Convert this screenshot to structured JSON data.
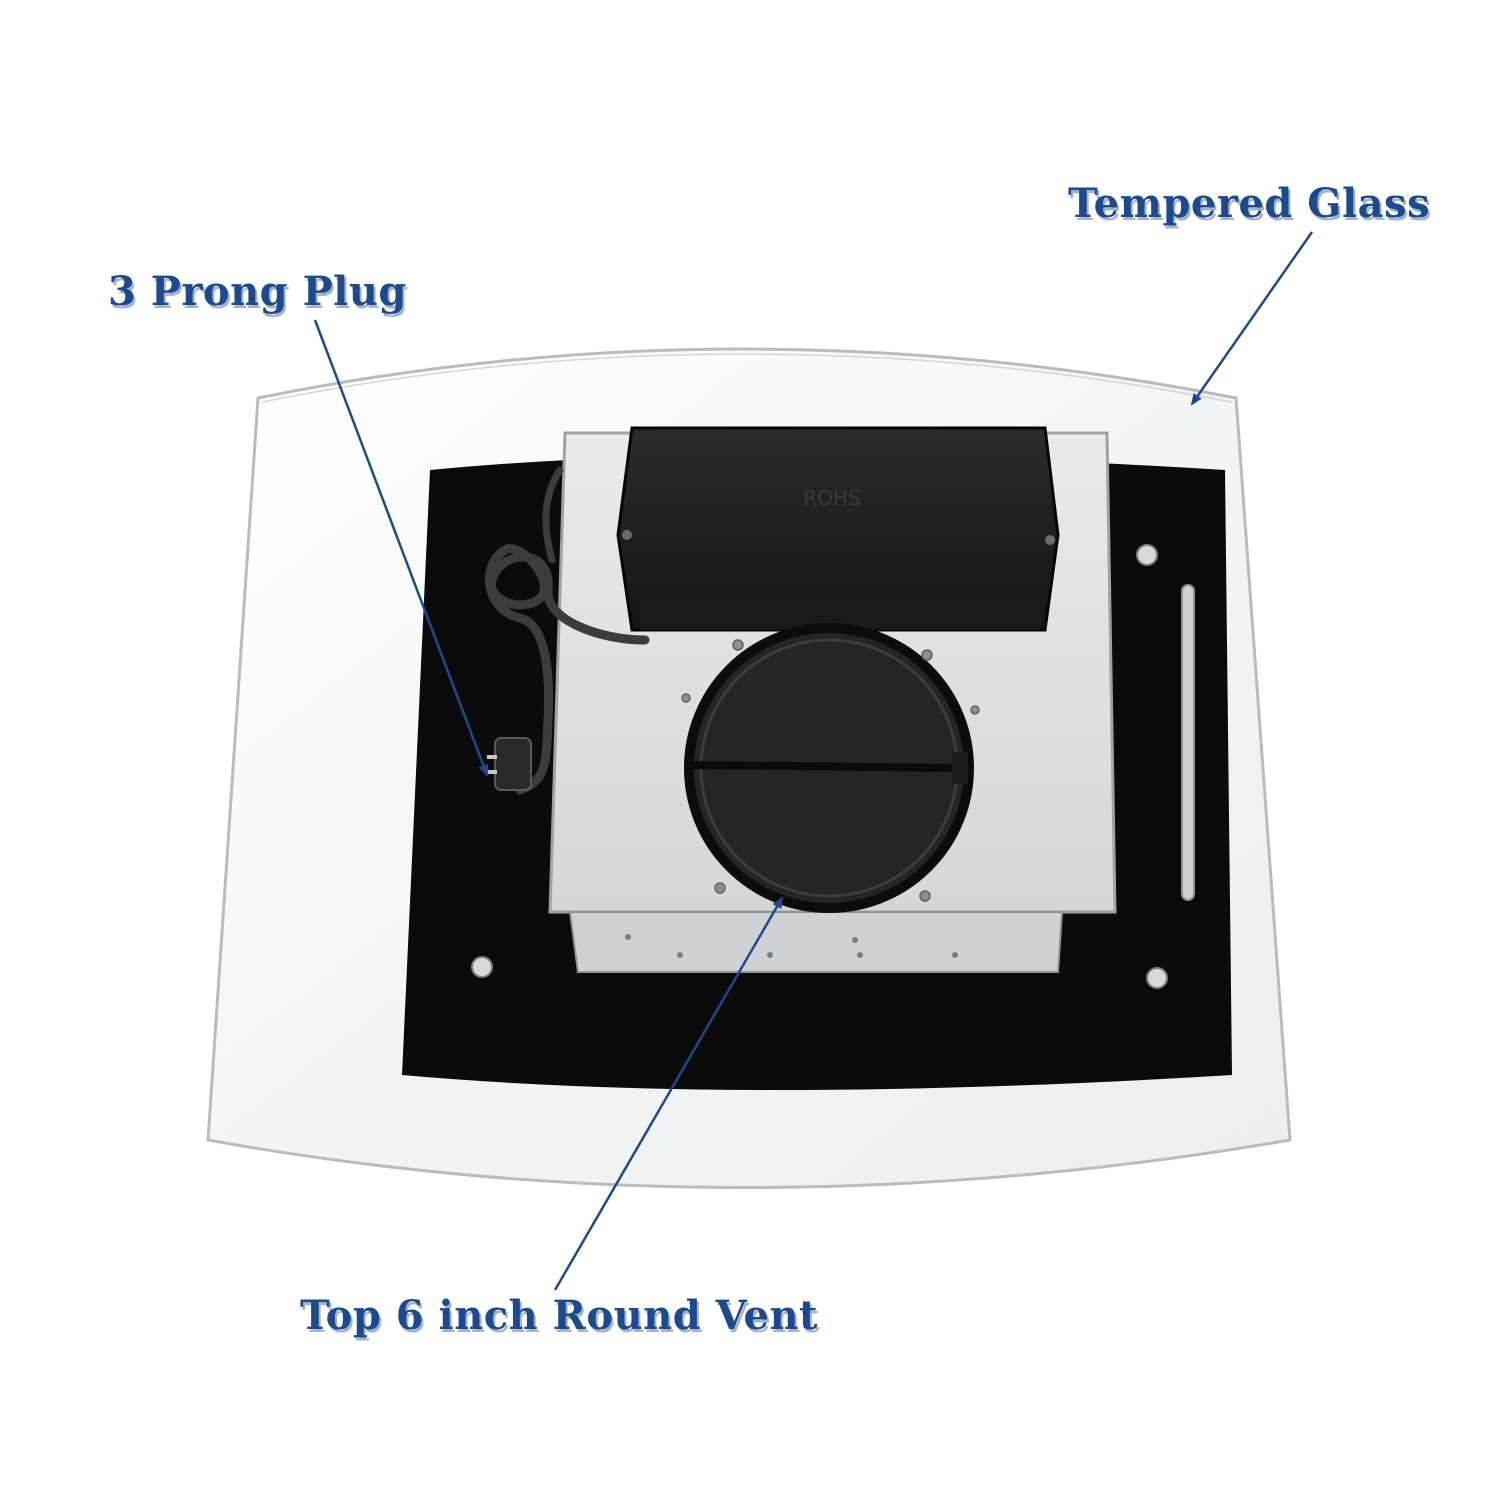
{
  "callouts": {
    "tempered_glass": "Tempered Glass",
    "prong_plug": "3 Prong Plug",
    "round_vent": "Top 6 inch Round Vent"
  },
  "product_marking": "ROHS",
  "colors": {
    "callout_text": "#1d4a8c",
    "arrow": "#1d4a8c",
    "glass_edge": "#b8bcbe",
    "black_panel": "#0b0b0b",
    "steel_box": "#dcdedf"
  }
}
